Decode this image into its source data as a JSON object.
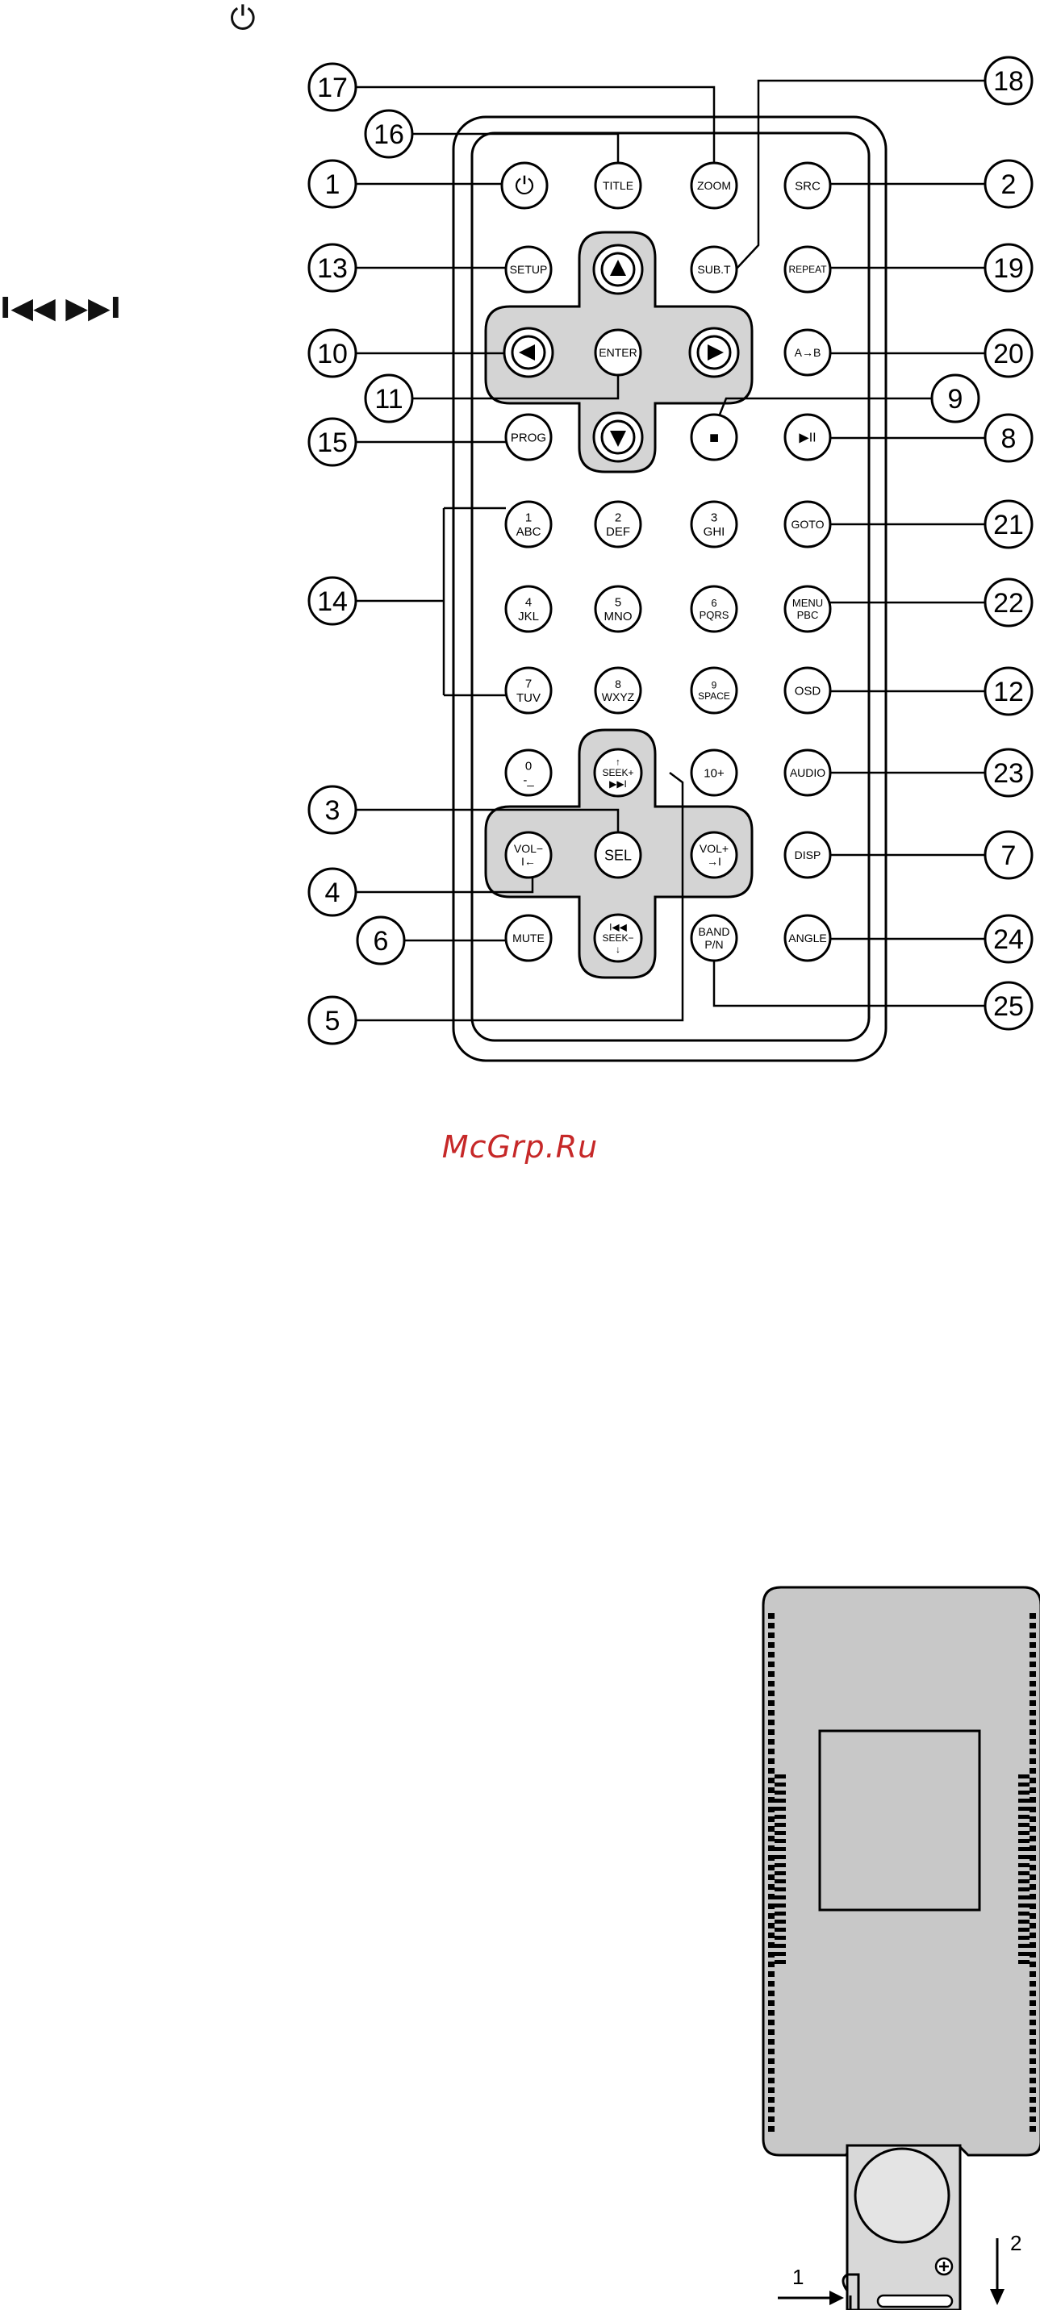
{
  "buttons": {
    "power": "⏻",
    "title": "TITLE",
    "zoom": "ZOOM",
    "src": "SRC",
    "setup": "SETUP",
    "subt": "SUB.T",
    "repeat": "REPEAT",
    "enter": "ENTER",
    "ab": "A→B",
    "prog": "PROG",
    "stop": "■",
    "playpause": "▶II",
    "k1": [
      "1",
      "ABC"
    ],
    "k2": [
      "2",
      "DEF"
    ],
    "k3": [
      "3",
      "GHI"
    ],
    "goto": "GOTO",
    "k4": [
      "4",
      "JKL"
    ],
    "k5": [
      "5",
      "MNO"
    ],
    "k6": [
      "6",
      "PQRS"
    ],
    "menu": [
      "MENU",
      "PBC"
    ],
    "k7": [
      "7",
      "TUV"
    ],
    "k8": [
      "8",
      "WXYZ"
    ],
    "k9": [
      "9",
      "SPACE"
    ],
    "osd": "OSD",
    "k0": [
      "0",
      "-_"
    ],
    "seekup": [
      "↑",
      "SEEK+",
      "▶▶I"
    ],
    "ten": "10+",
    "audio": "AUDIO",
    "volm": [
      "VOL−",
      "I←"
    ],
    "sel": "SEL",
    "volp": [
      "VOL+",
      "→I"
    ],
    "disp": "DISP",
    "mute": "MUTE",
    "seekdn": [
      "I◀◀",
      "SEEK−",
      "↓"
    ],
    "band": [
      "BAND",
      "P/N"
    ],
    "angle": "ANGLE"
  },
  "callouts": [
    "17",
    "18",
    "16",
    "1",
    "2",
    "13",
    "19",
    "10",
    "20",
    "11",
    "9",
    "15",
    "8",
    "21",
    "14",
    "22",
    "12",
    "23",
    "3",
    "7",
    "4",
    "6",
    "24",
    "5",
    "25"
  ],
  "margin_fragments": {
    "power_symbol": "⏻",
    "skip_symbols": "I◀◀  ▶▶I"
  },
  "watermark": "McGrp.Ru",
  "battery_labels": {
    "arrow1": "1",
    "arrow2": "2"
  }
}
